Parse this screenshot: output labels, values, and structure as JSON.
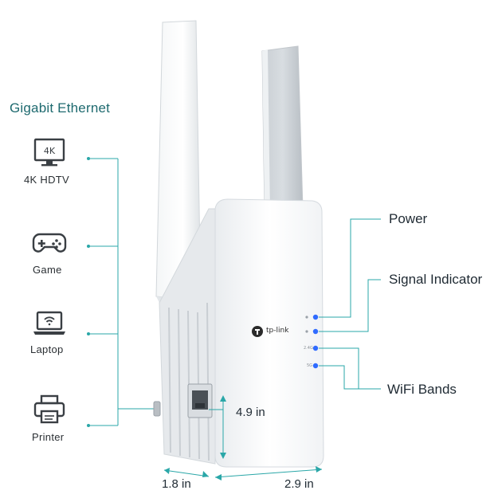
{
  "heading": "Gigabit Ethernet",
  "devices": [
    {
      "label": "4K HDTV",
      "icon": "tv-4k-icon",
      "badge": "4K"
    },
    {
      "label": "Game",
      "icon": "gamepad-icon"
    },
    {
      "label": "Laptop",
      "icon": "laptop-wifi-icon"
    },
    {
      "label": "Printer",
      "icon": "printer-icon"
    }
  ],
  "callouts": {
    "power": "Power",
    "signal": "Signal Indicator",
    "wifi_bands": "WiFi Bands"
  },
  "led_labels": [
    "2.4G",
    "5G"
  ],
  "brand": "tp-link",
  "dimensions": {
    "height": "4.9 in",
    "depth": "1.8 in",
    "width": "2.9 in"
  },
  "colors": {
    "accent_teal": "#2aa7a8",
    "heading_teal": "#1e6a6f",
    "led_blue": "#2f6bff",
    "device_white": "#f7f8f9"
  }
}
